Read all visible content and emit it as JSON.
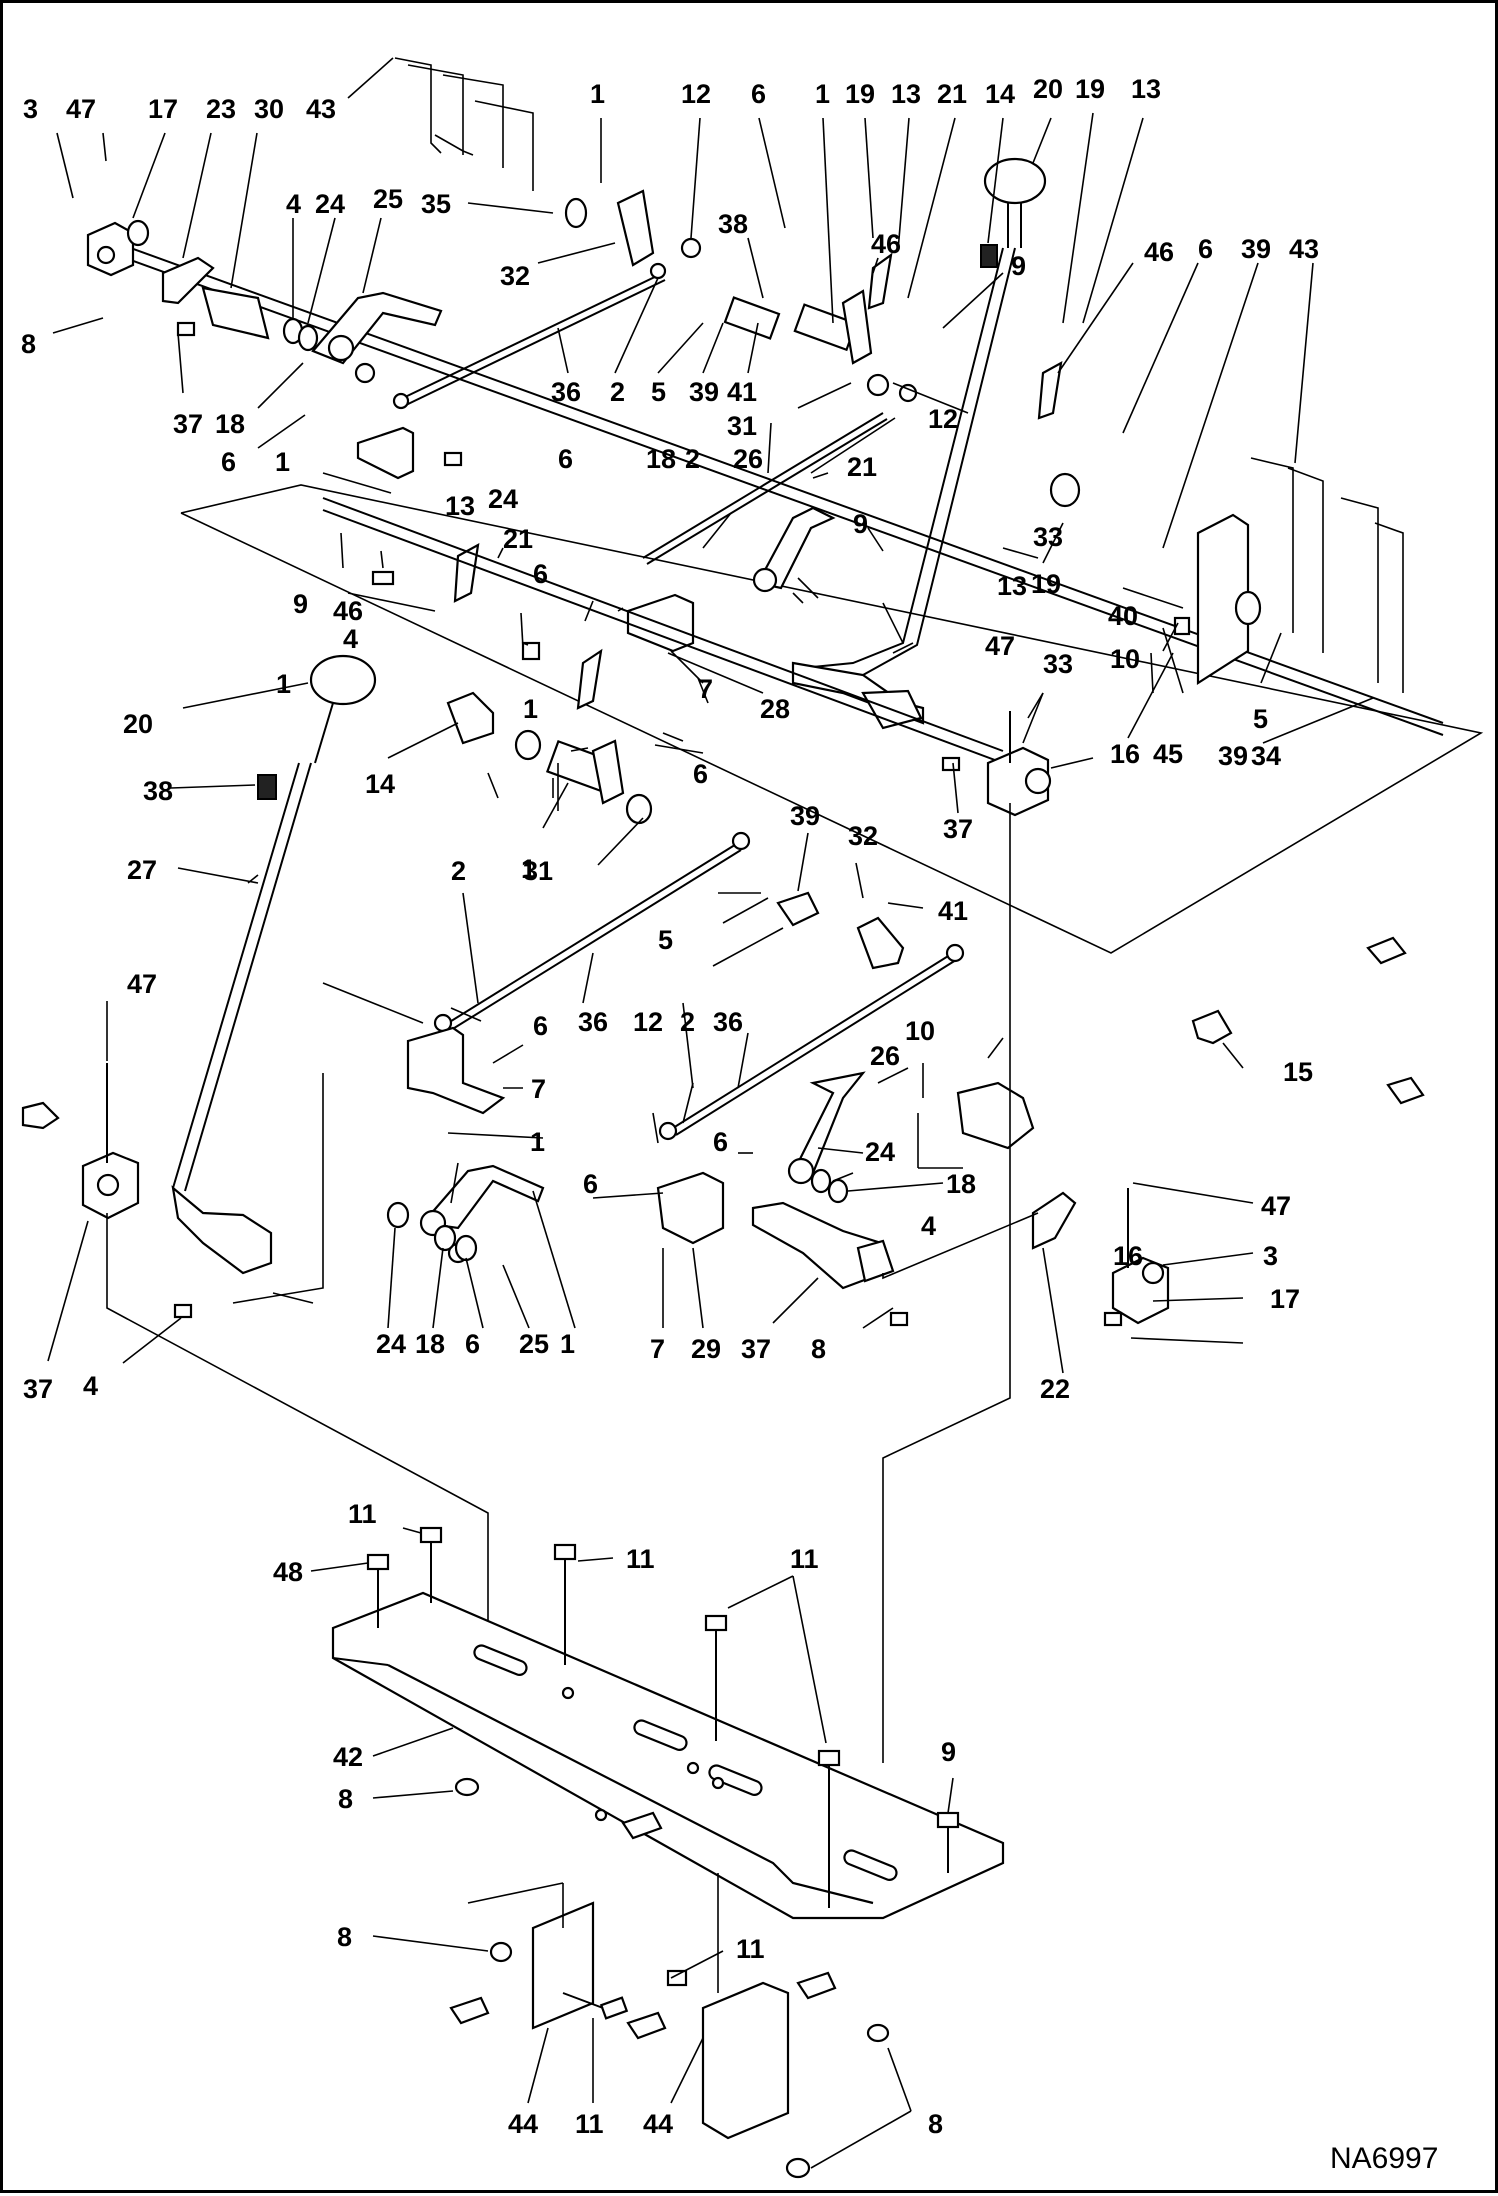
{
  "figure_id": "NA6997",
  "callouts": [
    "3",
    "47",
    "17",
    "23",
    "30",
    "43",
    "1",
    "12",
    "6",
    "1",
    "19",
    "13",
    "21",
    "14",
    "20",
    "19",
    "13",
    "4",
    "24",
    "25",
    "35",
    "38",
    "46",
    "9",
    "46",
    "6",
    "39",
    "43",
    "8",
    "32",
    "37",
    "18",
    "36",
    "2",
    "5",
    "39",
    "41",
    "31",
    "12",
    "6",
    "1",
    "6",
    "18",
    "2",
    "26",
    "21",
    "33",
    "19",
    "13",
    "24",
    "9",
    "6",
    "21",
    "46",
    "9",
    "4",
    "13",
    "40",
    "10",
    "20",
    "1",
    "7",
    "28",
    "47",
    "33",
    "14",
    "38",
    "1",
    "6",
    "16",
    "45",
    "39",
    "34",
    "5",
    "31",
    "37",
    "39",
    "27",
    "2",
    "1",
    "32",
    "41",
    "5",
    "47",
    "36",
    "6",
    "7",
    "12",
    "2",
    "36",
    "10",
    "15",
    "26",
    "1",
    "6",
    "24",
    "18",
    "6",
    "4",
    "16",
    "47",
    "3",
    "17",
    "37",
    "4",
    "24",
    "18",
    "6",
    "25",
    "1",
    "7",
    "29",
    "37",
    "8",
    "22",
    "11",
    "48",
    "11",
    "11",
    "42",
    "9",
    "8",
    "8",
    "11",
    "44",
    "11",
    "44",
    "8"
  ],
  "icons": {
    "knob": "knob-icon",
    "spring": "spring-icon",
    "bolt": "bolt-icon",
    "nut": "nut-icon",
    "clip": "clip-icon"
  }
}
